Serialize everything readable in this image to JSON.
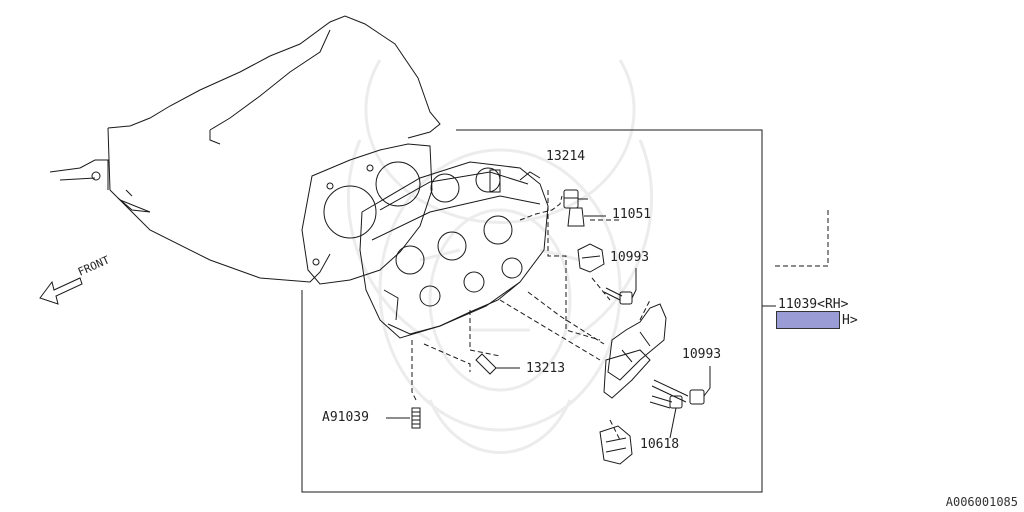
{
  "diagram": {
    "front_label": "FRONT",
    "parts": {
      "p13214": "13214",
      "p11051": "11051",
      "p10993_upper": "10993",
      "p10993_lower": "10993",
      "p11039_rh": "11039<RH>",
      "p11039_lh_suffix": "H>",
      "p13213": "13213",
      "pA91039": "A91039",
      "p10618": "10618"
    },
    "highlight_color": "#9a9cd6",
    "reference_code": "A006001085"
  }
}
